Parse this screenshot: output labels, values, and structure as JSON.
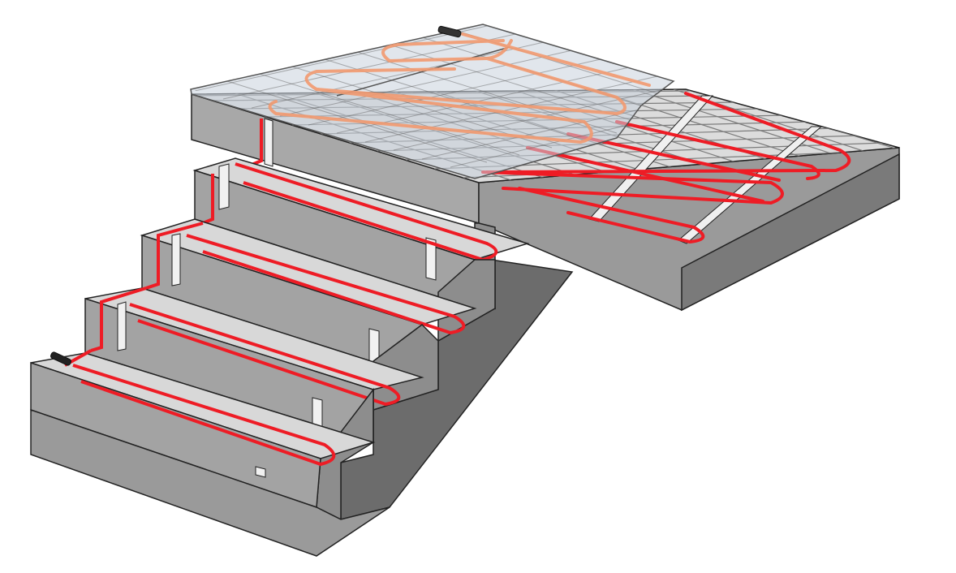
{
  "figure": {
    "subject": "heating-cable-installation-stairs-and-landing",
    "text_labels": []
  },
  "colors": {
    "background": "#ffffff",
    "concrete_top": "#d9d9d9",
    "concrete_riser": "#a3a3a3",
    "concrete_side": "#8a8a8a",
    "concrete_dark": "#707070",
    "outline": "#222222",
    "grid_line": "#7c7c7c",
    "heating_cable": "#ee1c25",
    "fixing_strip": "#f1f1f1",
    "overlay_tile": "rgba(205,215,225,0.55)",
    "cold_lead": "#2a2a2a"
  },
  "elements": {
    "landing": "landing-slab",
    "steps": 4,
    "overlay": "transparent-floor-covering",
    "cable": "heating-cable",
    "cold_lead": "cold-lead-end"
  }
}
